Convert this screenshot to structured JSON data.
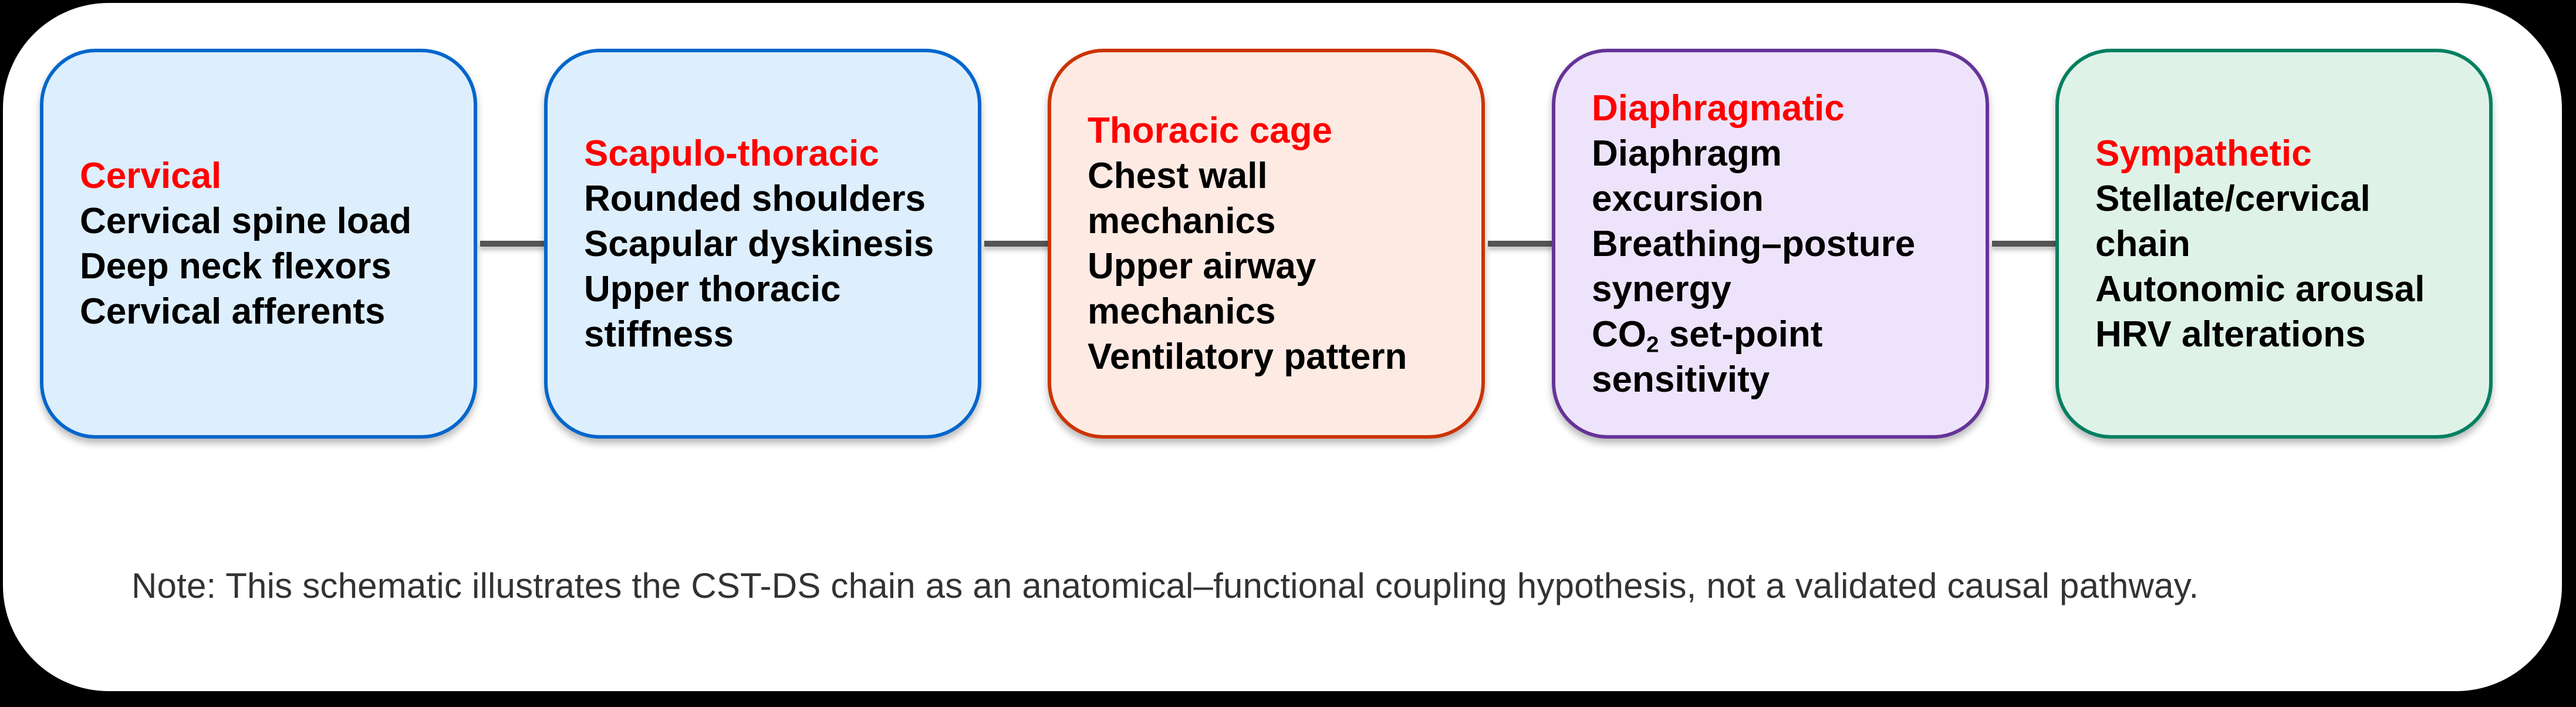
{
  "diagram": {
    "connector_color": "#555555",
    "title_color": "#ff0000",
    "boxes": [
      {
        "title": "Cervical",
        "lines": [
          "Cervical spine load",
          "Deep neck flexors",
          "Cervical afferents"
        ],
        "border_color": "#0066cc",
        "fill_color": "#ddeefd"
      },
      {
        "title": "Scapulo-thoracic",
        "lines": [
          "Rounded shoulders",
          "Scapular dyskinesis",
          "Upper thoracic",
          "stiffness"
        ],
        "border_color": "#0066cc",
        "fill_color": "#ddeefd"
      },
      {
        "title": "Thoracic cage",
        "lines": [
          "Chest wall",
          "mechanics",
          "Upper airway",
          "mechanics",
          "Ventilatory pattern"
        ],
        "border_color": "#cc3300",
        "fill_color": "#fdeae3"
      },
      {
        "title": "Diaphragmatic",
        "lines": [
          "Diaphragm",
          "excursion",
          "Breathing–posture",
          "synergy"
        ],
        "co2_line": {
          "prefix": "CO",
          "subscript": "2",
          "suffix": " set-point"
        },
        "lines_after": [
          "sensitivity"
        ],
        "border_color": "#663399",
        "fill_color": "#ede4fb"
      },
      {
        "title": "Sympathetic",
        "lines": [
          "Stellate/cervical",
          "chain",
          "Autonomic arousal",
          "HRV alterations"
        ],
        "border_color": "#008060",
        "fill_color": "#dff2e8"
      }
    ]
  },
  "note": "Note: This schematic illustrates the CST-DS chain as an anatomical–functional coupling hypothesis, not a validated causal pathway."
}
